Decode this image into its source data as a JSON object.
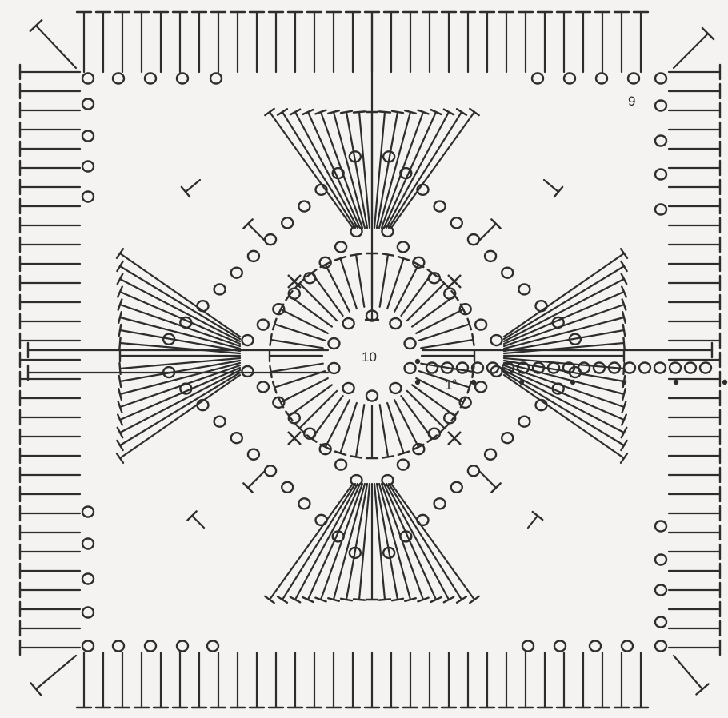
{
  "diagram": {
    "ink_color": "#2d2d2d",
    "paper_color": "#f4f3f1",
    "labels": {
      "round_9": "9",
      "round_10": "10",
      "round_1": "1",
      "round_1_sup": "a"
    },
    "symbol_legend_icons": [
      "chain-stitch-icon",
      "double-crochet-icon",
      "single-crochet-icon",
      "slip-stitch-icon"
    ]
  }
}
